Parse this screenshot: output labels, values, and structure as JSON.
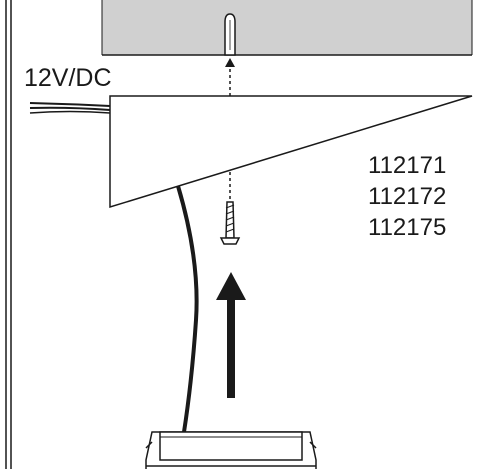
{
  "diagram": {
    "power_label": "12V/DC",
    "part_numbers": [
      "112171",
      "112172",
      "112175"
    ],
    "colors": {
      "ceiling_fill": "#d0d0d0",
      "line": "#1a1a1a",
      "background": "#ffffff"
    }
  }
}
